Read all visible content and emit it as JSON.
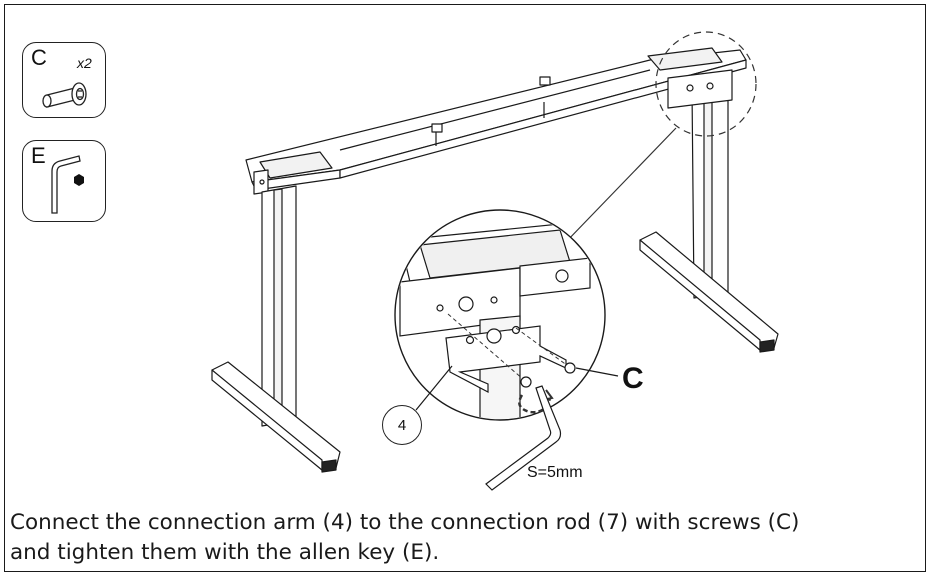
{
  "parts": [
    {
      "letter": "C",
      "quantity": "x2",
      "icon": "screw-icon"
    },
    {
      "letter": "E",
      "quantity": "",
      "icon": "allen-key-icon"
    }
  ],
  "callouts": {
    "screw_label": "C",
    "part_number": "4",
    "key_size": "S=5mm"
  },
  "instruction": {
    "line1": "Connect the connection arm (4) to the connection rod (7) with screws (C)",
    "line2": "and tighten them with the allen key (E)."
  }
}
